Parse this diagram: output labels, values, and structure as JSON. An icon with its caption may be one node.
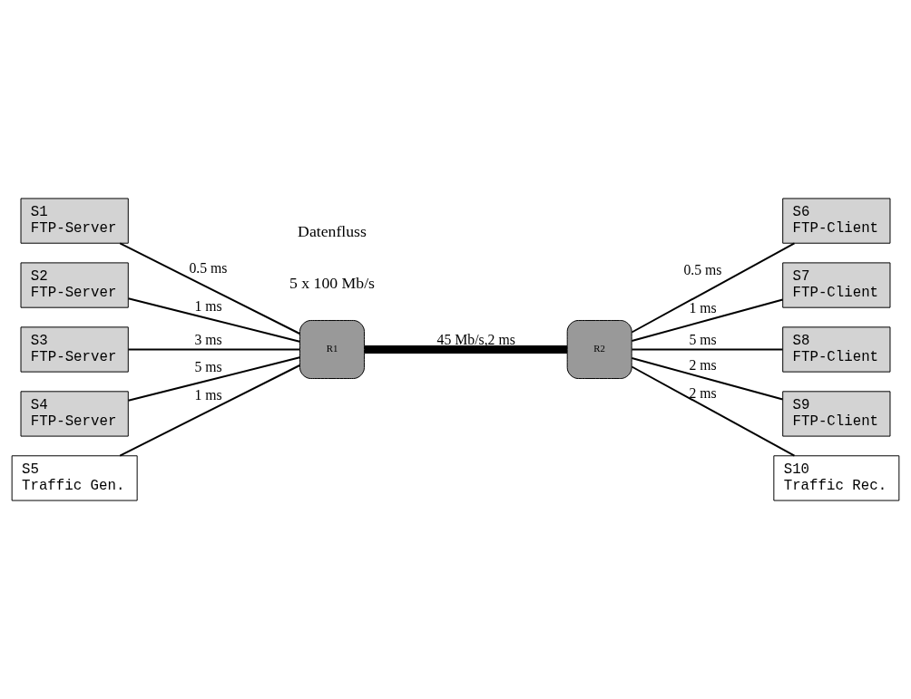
{
  "diagram": {
    "nodes": [
      {
        "text": [
          "S1",
          "FTP-Server"
        ]
      },
      {
        "text": [
          "S2",
          "FTP-Server"
        ]
      },
      {
        "text": [
          "S3",
          "FTP-Server"
        ]
      },
      {
        "text": [
          "S4",
          "FTP-Server"
        ]
      },
      {
        "text": [
          "S5",
          "Traffic Gen."
        ]
      },
      {
        "text": [
          "R1"
        ]
      },
      {
        "text": [
          "R2"
        ]
      },
      {
        "text": [
          "S6",
          "FTP-Client"
        ]
      },
      {
        "text": [
          "S7",
          "FTP-Client"
        ]
      },
      {
        "text": [
          "S8",
          "FTP-Client"
        ]
      },
      {
        "text": [
          "S9",
          "FTP-Client"
        ]
      },
      {
        "text": [
          "S10",
          "Traffic Rec."
        ]
      }
    ],
    "edges": [
      {
        "from": 0,
        "to": 5,
        "arrow": "none",
        "label": "0.5 ms"
      },
      {
        "from": 1,
        "to": 5,
        "arrow": "none",
        "label": "1 ms"
      },
      {
        "from": 2,
        "to": 5,
        "arrow": "none",
        "label": "3 ms"
      },
      {
        "from": 3,
        "to": 5,
        "arrow": "none",
        "label": "5 ms"
      },
      {
        "from": 4,
        "to": 5,
        "arrow": "none",
        "label": "1 ms"
      },
      {
        "from": 5,
        "to": 6,
        "arrow": "none",
        "label": "45 Mb/s,2 ms",
        "style": "thick"
      },
      {
        "from": 6,
        "to": 7,
        "arrow": "none",
        "label": "0.5 ms"
      },
      {
        "from": 6,
        "to": 8,
        "arrow": "none",
        "label": "1 ms"
      },
      {
        "from": 6,
        "to": 9,
        "arrow": "none",
        "label": "5 ms"
      },
      {
        "from": 6,
        "to": 10,
        "arrow": "none",
        "label": "2 ms"
      },
      {
        "from": 6,
        "to": 11,
        "arrow": "none",
        "label": "2 ms"
      }
    ],
    "labels": [
      "5 x 100 Mb/s",
      "Datenfluss"
    ]
  }
}
